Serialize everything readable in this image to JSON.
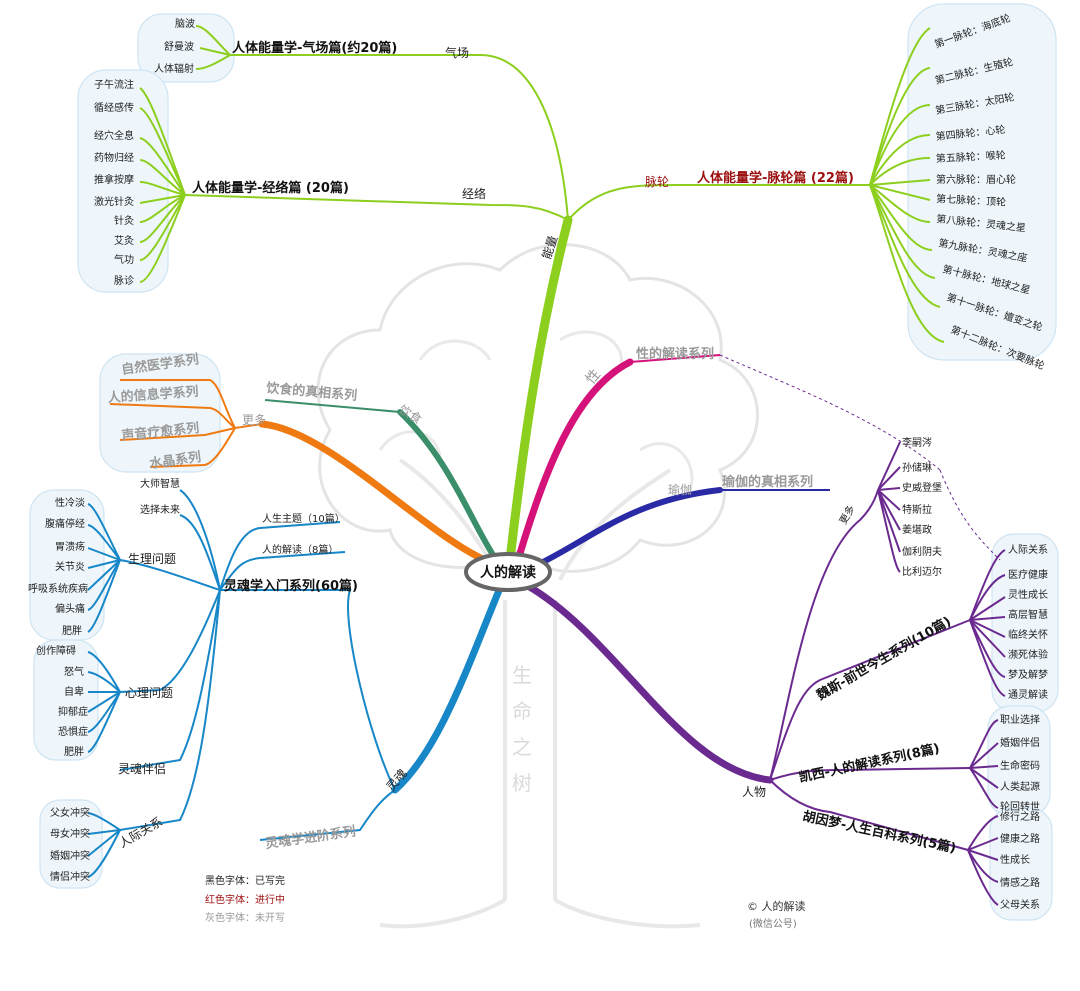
{
  "center": {
    "title": "人的解读"
  },
  "watermark": [
    "生",
    "命",
    "之",
    "树"
  ],
  "colors": {
    "energy": "#8ccf1e",
    "sex": "#d4127a",
    "yoga": "#2a2aa6",
    "people": "#6b2a8f",
    "soul": "#1787c8",
    "diet": "#3a8f6a",
    "more": "#f07a12",
    "in_progress": "#9c0f0f",
    "pending": "#9a9a9a"
  },
  "energy": {
    "label": "能量",
    "qi": {
      "label": "气场",
      "title": "人体能量学-气场篇(约20篇)",
      "items": [
        "脑波",
        "舒曼波",
        "人体辐射"
      ]
    },
    "jingluo": {
      "label": "经络",
      "title": "人体能量学-经络篇 (20篇)",
      "items": [
        "子午流注",
        "循经感传",
        "经穴全息",
        "药物归经",
        "推拿按摩",
        "激光针灸",
        "针灸",
        "艾灸",
        "气功",
        "脉诊"
      ]
    },
    "chakra": {
      "label": "脉轮",
      "title": "人体能量学-脉轮篇 (22篇)",
      "items": [
        "第一脉轮：海底轮",
        "第二脉轮：生殖轮",
        "第三脉轮：太阳轮",
        "第四脉轮：心轮",
        "第五脉轮：喉轮",
        "第六脉轮：眉心轮",
        "第七脉轮：顶轮",
        "第八脉轮：灵魂之星",
        "第九脉轮：灵魂之座",
        "第十脉轮：地球之星",
        "第十一脉轮：嬗变之轮",
        "第十二脉轮：次要脉轮"
      ]
    }
  },
  "sex": {
    "label": "性",
    "title": "性的解读系列"
  },
  "yoga": {
    "label": "瑜伽",
    "title": "瑜伽的真相系列"
  },
  "people": {
    "label": "人物",
    "more_label": "更多",
    "more_items": [
      "李嗣涔",
      "孙储琳",
      "史威登堡",
      "特斯拉",
      "姜堪政",
      "伽利阴夫",
      "比利迈尔"
    ],
    "series": [
      {
        "title": "魏斯-前世今生系列(10篇)",
        "items": [
          "人际关系",
          "医疗健康",
          "灵性成长",
          "高层智慧",
          "临终关怀",
          "濒死体验",
          "梦及解梦",
          "通灵解读"
        ]
      },
      {
        "title": "凯西-人的解读系列(8篇)",
        "items": [
          "职业选择",
          "婚姻伴侣",
          "生命密码",
          "人类起源",
          "轮回转世"
        ]
      },
      {
        "title": "胡因梦-人生百科系列(5篇)",
        "items": [
          "修行之路",
          "健康之路",
          "性成长",
          "情感之路",
          "父母关系"
        ]
      }
    ]
  },
  "soul": {
    "label": "灵魂",
    "intro": {
      "title": "灵魂学入门系列(60篇)",
      "top_items": [
        "人生主题（10篇）",
        "人的解读（8篇）"
      ],
      "other_items": [
        "大师智慧",
        "选择未来"
      ],
      "physical": {
        "label": "生理问题",
        "items": [
          "性冷淡",
          "腹痛停经",
          "胃溃疡",
          "关节炎",
          "呼吸系统疾病",
          "偏头痛",
          "肥胖"
        ]
      },
      "mental": {
        "label": "心理问题",
        "items": [
          "创作障碍",
          "怒气",
          "自卑",
          "抑郁症",
          "恐惧症",
          "肥胖"
        ]
      },
      "companion": {
        "label": "灵魂伴侣"
      },
      "relations": {
        "label": "人际关系",
        "items": [
          "父女冲突",
          "母女冲突",
          "婚姻冲突",
          "情侣冲突"
        ]
      }
    },
    "advanced": {
      "title": "灵魂学进阶系列"
    }
  },
  "diet": {
    "label": "饮食",
    "title": "饮食的真相系列"
  },
  "more": {
    "label": "更多",
    "items": [
      "自然医学系列",
      "人的信息学系列",
      "声音疗愈系列",
      "水晶系列"
    ]
  },
  "legend": [
    {
      "text": "黑色字体：已写完",
      "color": "#222222"
    },
    {
      "text": "红色字体：进行中",
      "color": "#9c0f0f"
    },
    {
      "text": "灰色字体：未开写",
      "color": "#9a9a9a"
    }
  ],
  "credit": {
    "line1": "© 人的解读",
    "line2": "(微信公号)"
  }
}
